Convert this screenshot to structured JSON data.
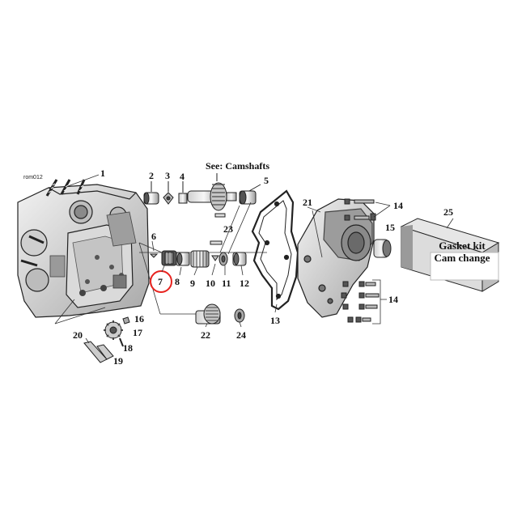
{
  "diagram": {
    "ref_code": "rom012",
    "camshafts_note": "See: Camshafts",
    "kit": {
      "line1": "Gasket kit",
      "line2": "Cam change"
    },
    "highlight_color": "#e8231f",
    "labels": {
      "n1": "1",
      "n2": "2",
      "n3": "3",
      "n4": "4",
      "n5": "5",
      "n6": "6",
      "n7": "7",
      "n8": "8",
      "n9": "9",
      "n10": "10",
      "n11": "11",
      "n12": "12",
      "n13": "13",
      "n14a": "14",
      "n14b": "14",
      "n15": "15",
      "n16": "16",
      "n17": "17",
      "n18": "18",
      "n19": "19",
      "n20": "20",
      "n21": "21",
      "n22": "22",
      "n23": "23",
      "n24": "24",
      "n25": "25"
    }
  }
}
